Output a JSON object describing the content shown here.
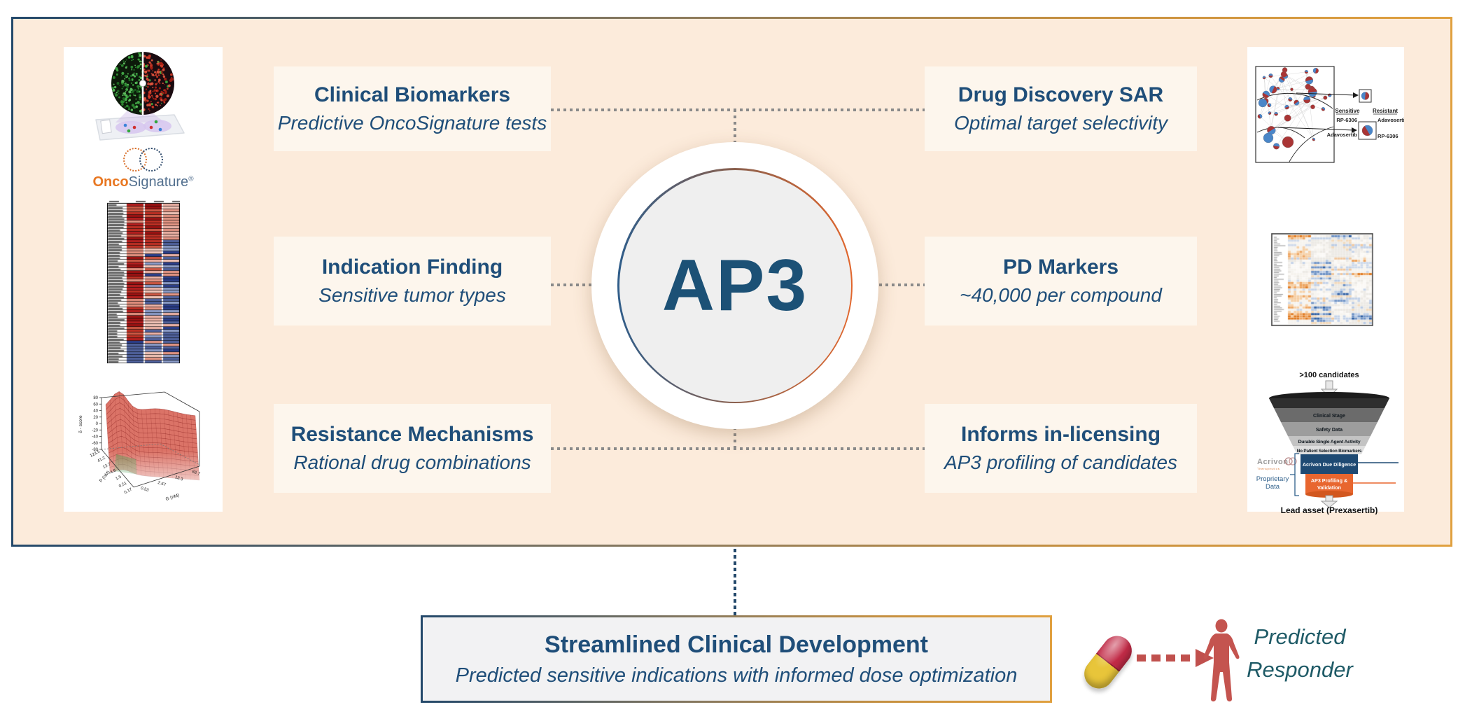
{
  "colors": {
    "peach_bg": "#FCEBDB",
    "card_bg": "#FDF6ED",
    "navy_text": "#1F4E79",
    "border_navy": "#24496B",
    "border_orange": "#E0A03F",
    "dotted_gray": "#8A8A8A",
    "circle_ring_navy": "#2F5D8A",
    "circle_ring_orange": "#E2662C",
    "accent_red": "#C0504D",
    "teal_text": "#1E5A66",
    "funnel_navy": "#1E4A73",
    "funnel_orange": "#E8662F",
    "onco_orange": "#E87722",
    "onco_blue": "#53708F"
  },
  "center": {
    "label": "AP3"
  },
  "left_boxes": [
    {
      "title": "Clinical Biomarkers",
      "subtitle": "Predictive OncoSignature tests"
    },
    {
      "title": "Indication Finding",
      "subtitle": "Sensitive tumor types"
    },
    {
      "title": "Resistance Mechanisms",
      "subtitle": "Rational drug combinations"
    }
  ],
  "right_boxes": [
    {
      "title": "Drug Discovery SAR",
      "subtitle": "Optimal target selectivity"
    },
    {
      "title": "PD Markers",
      "subtitle": "~40,000 per compound"
    },
    {
      "title": "Informs in-licensing",
      "subtitle": "AP3 profiling of candidates"
    }
  ],
  "bottom_box": {
    "title": "Streamlined Clinical Development",
    "subtitle": "Predicted sensitive indications with informed dose optimization"
  },
  "responder": {
    "line1": "Predicted",
    "line2": "Responder"
  },
  "oncosignature": {
    "onco": "Onco",
    "signature": "Signature",
    "reg": "®"
  },
  "network_figure": {
    "col_left_header": "Sensitive",
    "col_right_header": "Resistant",
    "left_top": "RP-6306",
    "right_top": "Adavosertib",
    "left_bottom": "Adavosertib",
    "right_bottom": "RP-6306"
  },
  "surface_plot": {
    "z_label": "δ - score",
    "z_ticks": [
      "80",
      "60",
      "40",
      "20",
      "0",
      "-20",
      "-40",
      "-60",
      "-80"
    ],
    "p_label": "P (nM)",
    "p_ticks": [
      "123.5",
      "41.2",
      "13.7",
      "4.6",
      "1.5",
      "0.51",
      "0.17"
    ],
    "g_label": "G (nM)",
    "g_ticks": [
      "0.53",
      "2.67",
      "13.3",
      "66.7"
    ]
  },
  "funnel": {
    "top_label": ">100 candidates",
    "stages": [
      "Clinical Stage",
      "Safety Data",
      "Durable Single Agent Activity",
      "No Patient Selection Biomarkers",
      "Acrivon Due Diligence"
    ],
    "ap3_stage_line1": "AP3 Profiling &",
    "ap3_stage_line2": "Validation",
    "bottom_label": "Lead asset (Prexasertib)",
    "acrivon_label": "Acrivon",
    "therapeutics_label": "Therapeutics",
    "proprietary_line1": "Proprietary",
    "proprietary_line2": "Data"
  }
}
